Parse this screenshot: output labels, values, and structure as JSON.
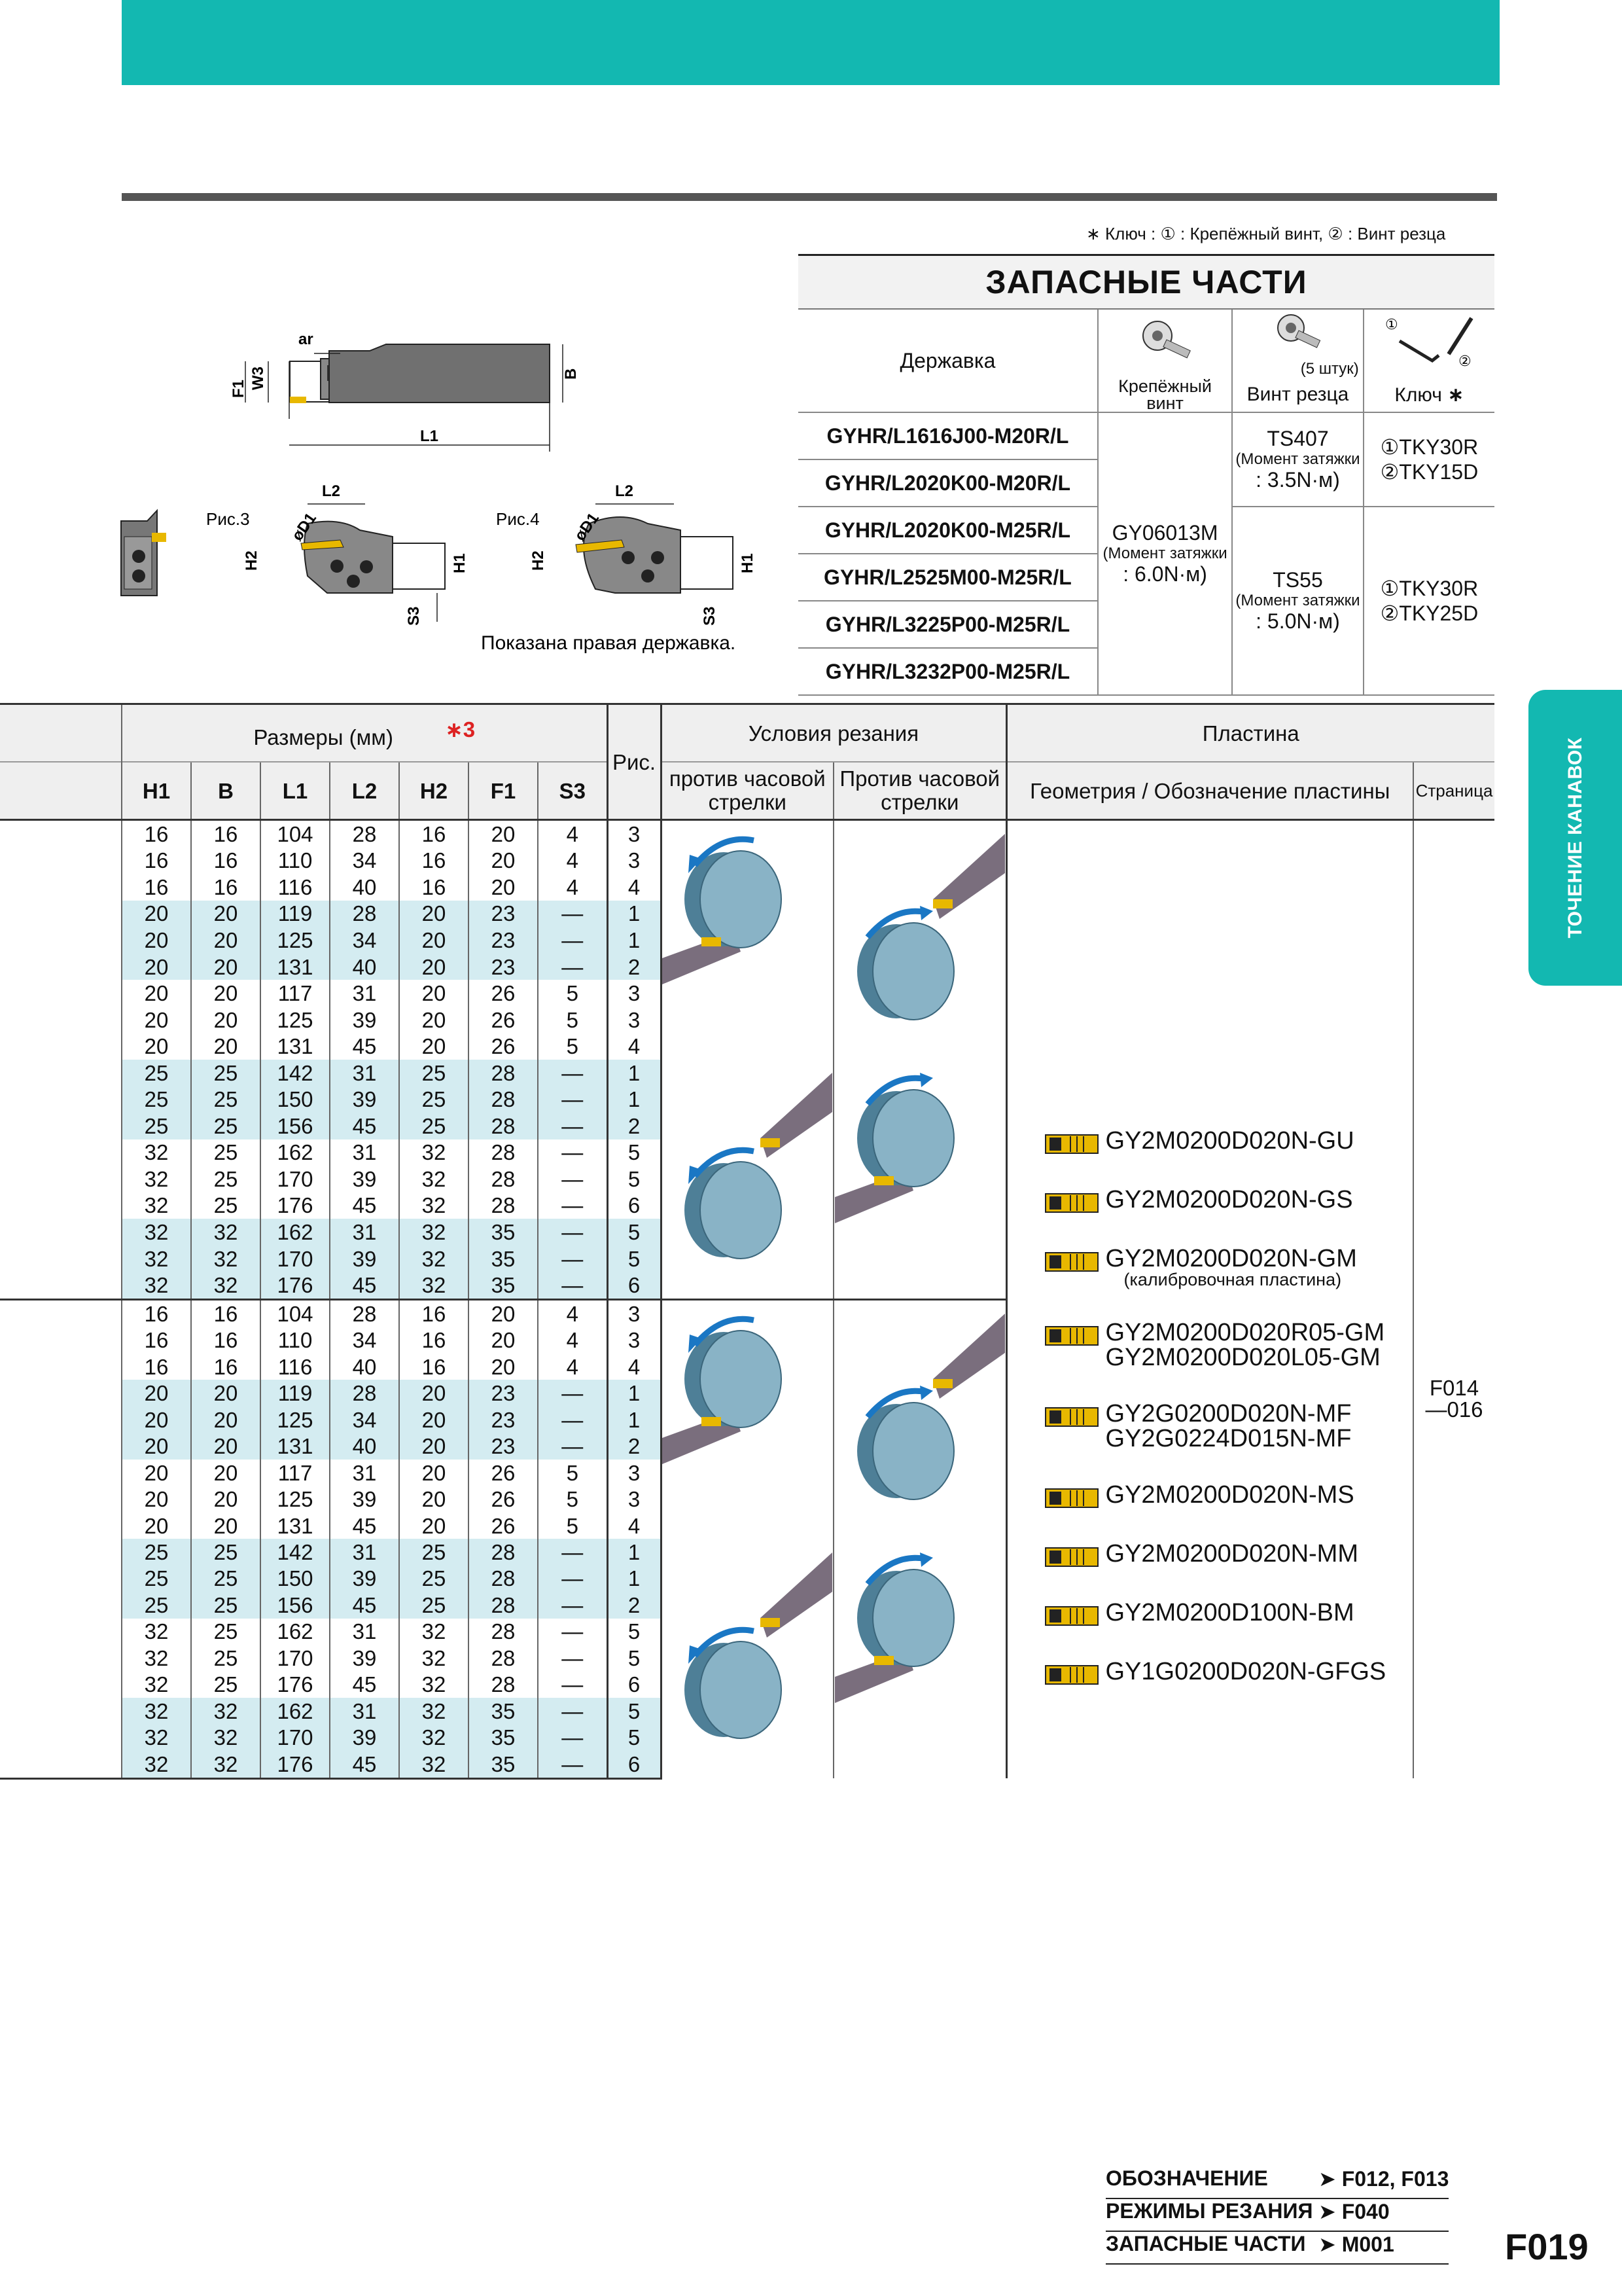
{
  "key_note": "∗ Ключ : ① : Крепёжный винт, ② : Винт резца",
  "spare_parts": {
    "title": "ЗАПАСНЫЕ ЧАСТИ",
    "col_holder": "Державка",
    "col_clamp_screw": "Крепёжный винт",
    "col_cutter_screw": "Винт резца",
    "col_key": "Ключ",
    "five_pcs": "(5 штук)",
    "holders": [
      "GYHR/L1616J00-M20R/L",
      "GYHR/L2020K00-M20R/L",
      "GYHR/L2020K00-M25R/L",
      "GYHR/L2525M00-M25R/L",
      "GYHR/L3225P00-M25R/L",
      "GYHR/L3232P00-M25R/L"
    ],
    "clamp_screw": {
      "code": "GY06013M",
      "note": "(Момент затяжки",
      "torque": ": 6.0N·м)"
    },
    "cutter_screws": [
      {
        "code": "TS407",
        "note": "(Момент затяжки",
        "torque": ": 3.5N·м)"
      },
      {
        "code": "TS55",
        "note": "(Момент затяжки",
        "torque": ": 5.0N·м)"
      }
    ],
    "keys": [
      {
        "k1": "①TKY30R",
        "k2": "②TKY15D"
      },
      {
        "k1": "①TKY30R",
        "k2": "②TKY25D"
      }
    ]
  },
  "drawing": {
    "labels": {
      "ar": "ar",
      "w3": "W3",
      "f1": "F1",
      "b": "B",
      "l1": "L1",
      "fig3": "Рис.3",
      "fig4": "Рис.4",
      "l2": "L2",
      "d1": "øD1",
      "h2": "H2",
      "h1": "H1",
      "s3": "S3"
    },
    "caption": "Показана правая державка."
  },
  "main_table": {
    "dims_header": "Размеры (мм)",
    "dims_note": "∗3",
    "fig_header": "Рис.",
    "cond_header": "Условия резания",
    "insert_header": "Пластина",
    "cols": [
      "H1",
      "B",
      "L1",
      "L2",
      "H2",
      "F1",
      "S3"
    ],
    "ccw": "против часовой стрелки",
    "cw": "Против часовой стрелки",
    "geometry": "Геометрия / Обозначение пластины",
    "page": "Страница",
    "rows": [
      [
        "16",
        "16",
        "104",
        "28",
        "16",
        "20",
        "4",
        "3"
      ],
      [
        "16",
        "16",
        "110",
        "34",
        "16",
        "20",
        "4",
        "3"
      ],
      [
        "16",
        "16",
        "116",
        "40",
        "16",
        "20",
        "4",
        "4"
      ],
      [
        "20",
        "20",
        "119",
        "28",
        "20",
        "23",
        "—",
        "1"
      ],
      [
        "20",
        "20",
        "125",
        "34",
        "20",
        "23",
        "—",
        "1"
      ],
      [
        "20",
        "20",
        "131",
        "40",
        "20",
        "23",
        "—",
        "2"
      ],
      [
        "20",
        "20",
        "117",
        "31",
        "20",
        "26",
        "5",
        "3"
      ],
      [
        "20",
        "20",
        "125",
        "39",
        "20",
        "26",
        "5",
        "3"
      ],
      [
        "20",
        "20",
        "131",
        "45",
        "20",
        "26",
        "5",
        "4"
      ],
      [
        "25",
        "25",
        "142",
        "31",
        "25",
        "28",
        "—",
        "1"
      ],
      [
        "25",
        "25",
        "150",
        "39",
        "25",
        "28",
        "—",
        "1"
      ],
      [
        "25",
        "25",
        "156",
        "45",
        "25",
        "28",
        "—",
        "2"
      ],
      [
        "32",
        "25",
        "162",
        "31",
        "32",
        "28",
        "—",
        "5"
      ],
      [
        "32",
        "25",
        "170",
        "39",
        "32",
        "28",
        "—",
        "5"
      ],
      [
        "32",
        "25",
        "176",
        "45",
        "32",
        "28",
        "—",
        "6"
      ],
      [
        "32",
        "32",
        "162",
        "31",
        "32",
        "35",
        "—",
        "5"
      ],
      [
        "32",
        "32",
        "170",
        "39",
        "32",
        "35",
        "—",
        "5"
      ],
      [
        "32",
        "32",
        "176",
        "45",
        "32",
        "35",
        "—",
        "6"
      ],
      [
        "16",
        "16",
        "104",
        "28",
        "16",
        "20",
        "4",
        "3"
      ],
      [
        "16",
        "16",
        "110",
        "34",
        "16",
        "20",
        "4",
        "3"
      ],
      [
        "16",
        "16",
        "116",
        "40",
        "16",
        "20",
        "4",
        "4"
      ],
      [
        "20",
        "20",
        "119",
        "28",
        "20",
        "23",
        "—",
        "1"
      ],
      [
        "20",
        "20",
        "125",
        "34",
        "20",
        "23",
        "—",
        "1"
      ],
      [
        "20",
        "20",
        "131",
        "40",
        "20",
        "23",
        "—",
        "2"
      ],
      [
        "20",
        "20",
        "117",
        "31",
        "20",
        "26",
        "5",
        "3"
      ],
      [
        "20",
        "20",
        "125",
        "39",
        "20",
        "26",
        "5",
        "3"
      ],
      [
        "20",
        "20",
        "131",
        "45",
        "20",
        "26",
        "5",
        "4"
      ],
      [
        "25",
        "25",
        "142",
        "31",
        "25",
        "28",
        "—",
        "1"
      ],
      [
        "25",
        "25",
        "150",
        "39",
        "25",
        "28",
        "—",
        "1"
      ],
      [
        "25",
        "25",
        "156",
        "45",
        "25",
        "28",
        "—",
        "2"
      ],
      [
        "32",
        "25",
        "162",
        "31",
        "32",
        "28",
        "—",
        "5"
      ],
      [
        "32",
        "25",
        "170",
        "39",
        "32",
        "28",
        "—",
        "5"
      ],
      [
        "32",
        "25",
        "176",
        "45",
        "32",
        "28",
        "—",
        "6"
      ],
      [
        "32",
        "32",
        "162",
        "31",
        "32",
        "35",
        "—",
        "5"
      ],
      [
        "32",
        "32",
        "170",
        "39",
        "32",
        "35",
        "—",
        "5"
      ],
      [
        "32",
        "32",
        "176",
        "45",
        "32",
        "35",
        "—",
        "6"
      ]
    ],
    "inserts": [
      {
        "name": "GY2M0200D020N-GU"
      },
      {
        "name": "GY2M0200D020N-GS"
      },
      {
        "name": "GY2M0200D020N-GM",
        "sub": "(калибровочная пластина)"
      },
      {
        "name": "GY2M0200D020R05-GM",
        "name2": "GY2M0200D020L05-GM"
      },
      {
        "name": "GY2G0200D020N-MF",
        "name2": "GY2G0224D015N-MF"
      },
      {
        "name": "GY2M0200D020N-MS"
      },
      {
        "name": "GY2M0200D020N-MM"
      },
      {
        "name": "GY2M0200D100N-BM"
      },
      {
        "name": "GY1G0200D020N-GFGS"
      }
    ],
    "page_ref": "F014",
    "page_ref2": "—016"
  },
  "side_tab": "ТОЧЕНИЕ КАНАВОК",
  "footer": [
    {
      "label": "ОБОЗНАЧЕНИЕ",
      "ref": "➤ F012, F013"
    },
    {
      "label": "РЕЖИМЫ РЕЗАНИЯ",
      "ref": "➤ F040"
    },
    {
      "label": "ЗАПАСНЫЕ ЧАСТИ",
      "ref": "➤ M001"
    }
  ],
  "page_number": "F019",
  "colors": {
    "accent": "#13b8b1",
    "row_alt": "#d4ecf1",
    "insert_gold": "#e8b800"
  }
}
